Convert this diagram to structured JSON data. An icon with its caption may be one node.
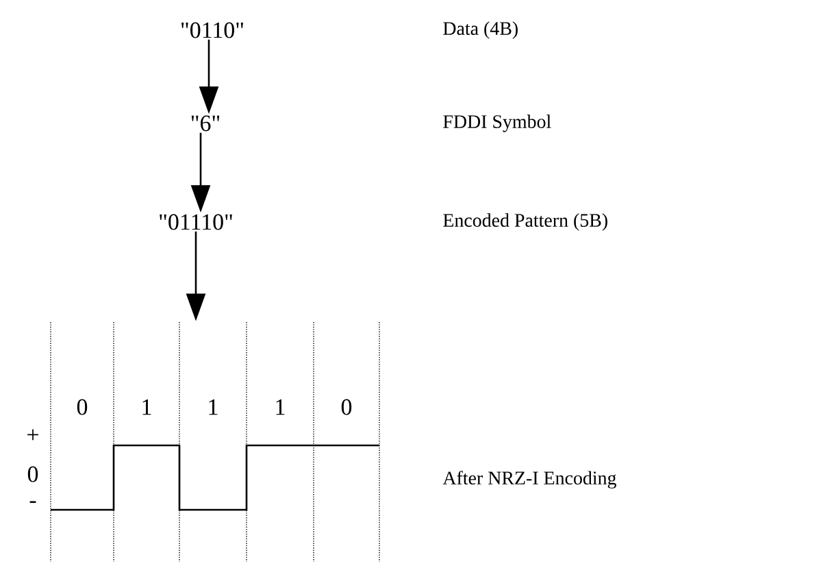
{
  "diagram": {
    "nodes": [
      {
        "text": [
          "\"0110\""
        ]
      },
      {
        "text": [
          "\"6\""
        ]
      },
      {
        "text": [
          "\"01110\""
        ]
      },
      {
        "text": [],
        "shape": "picture"
      }
    ],
    "edges": [
      {
        "from": 0,
        "to": 1,
        "arrow": "to"
      },
      {
        "from": 1,
        "to": 2,
        "arrow": "to"
      },
      {
        "from": 2,
        "to": 3,
        "arrow": "to"
      }
    ],
    "labels": [
      "Data (4B)",
      "FDDI Symbol",
      "Encoded Pattern (5B)",
      "0",
      "1",
      "1",
      "1",
      "0",
      "+",
      "0",
      "After NRZ-I Encoding",
      "-"
    ]
  }
}
